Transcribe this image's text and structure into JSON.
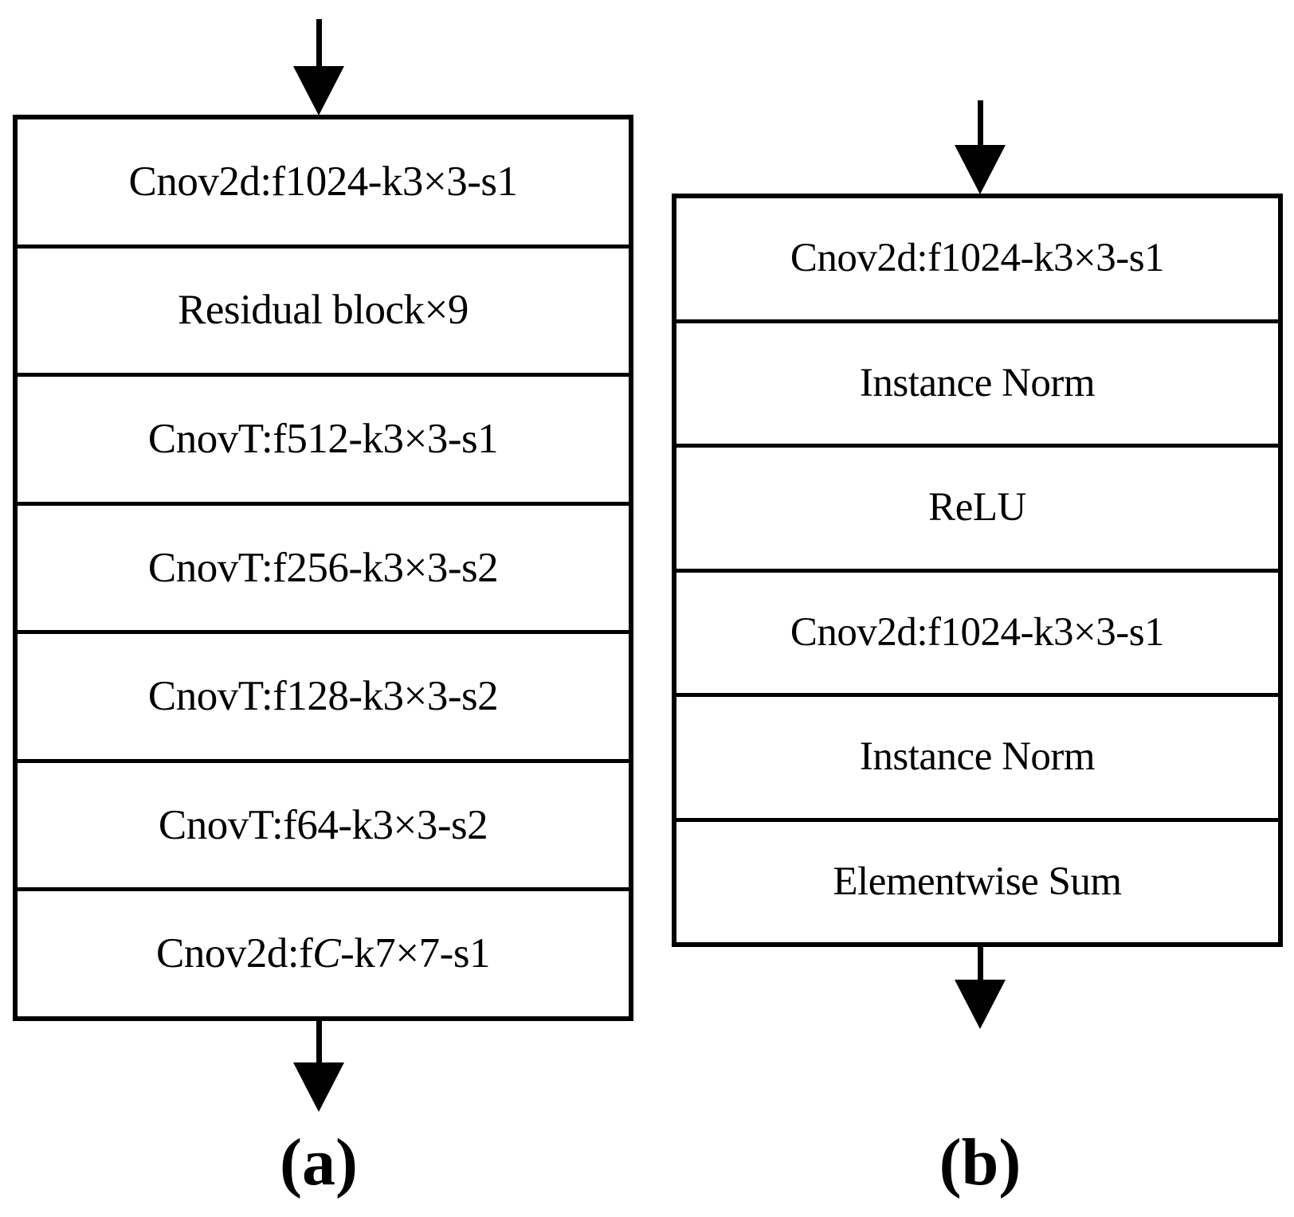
{
  "figure": {
    "type": "neural-network-architecture-diagram",
    "panels": [
      {
        "id": "a",
        "caption": "(a)",
        "name": "generator-decoder-stack",
        "input_arrow": "arrow-down-icon",
        "output_arrow": "arrow-down-icon",
        "rows": [
          {
            "label": "Cnov2d:f1024-k3×3-s1"
          },
          {
            "label": "Residual block×9"
          },
          {
            "label": "CnovT:f512-k3×3-s1"
          },
          {
            "label": "CnovT:f256-k3×3-s2"
          },
          {
            "label": "CnovT:f128-k3×3-s2"
          },
          {
            "label": "CnovT:f64-k3×3-s2"
          },
          {
            "label_pre": "Cnov2d:f",
            "label_italic": "C",
            "label_post": "-k7×7-s1"
          }
        ]
      },
      {
        "id": "b",
        "caption": "(b)",
        "name": "residual-block-stack",
        "input_arrow": "arrow-down-icon",
        "output_arrow": "arrow-down-icon",
        "rows": [
          {
            "label": "Cnov2d:f1024-k3×3-s1"
          },
          {
            "label": "Instance Norm"
          },
          {
            "label": "ReLU"
          },
          {
            "label": "Cnov2d:f1024-k3×3-s1"
          },
          {
            "label": "Instance Norm"
          },
          {
            "label": "Elementwise Sum"
          }
        ]
      }
    ],
    "colors": {
      "stroke": "#000000",
      "background": "#ffffff",
      "text": "#000000"
    }
  }
}
